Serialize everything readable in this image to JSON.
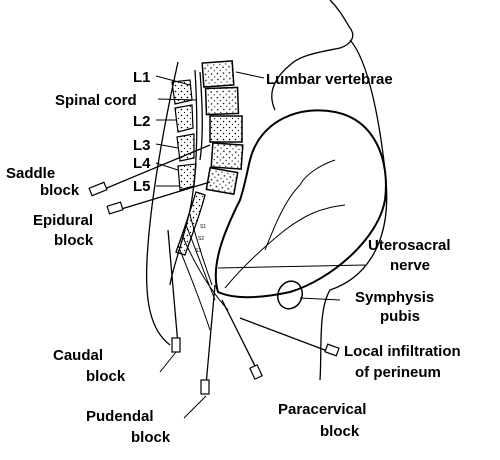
{
  "diagram": {
    "labels": {
      "L1": "L1",
      "spinal_cord": "Spinal cord",
      "L2": "L2",
      "L3": "L3",
      "L4": "L4",
      "L5": "L5",
      "saddle_1": "Saddle",
      "saddle_2": "block",
      "epidural_1": "Epidural",
      "epidural_2": "block",
      "lumbar": "Lumbar vertebrae",
      "utero_1": "Uterosacral",
      "utero_2": "nerve",
      "symph_1": "Symphysis",
      "symph_2": "pubis",
      "caudal_1": "Caudal",
      "caudal_2": "block",
      "local_1": "Local infiltration",
      "local_2": "of perineum",
      "pudendal_1": "Pudendal",
      "pudendal_2": "block",
      "para_1": "Paracervical",
      "para_2": "block"
    }
  }
}
